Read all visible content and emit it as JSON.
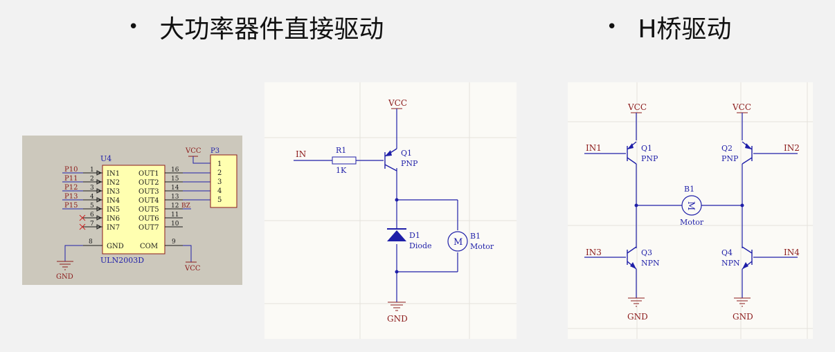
{
  "headings": {
    "left": "大功率器件直接驱动",
    "right": "H桥驱动",
    "bullet": "•"
  },
  "uln": {
    "ref": "U4",
    "part": "ULN2003D",
    "inputs": [
      "P10",
      "P11",
      "P12",
      "P13",
      "P15"
    ],
    "pins_left": [
      "IN1",
      "IN2",
      "IN3",
      "IN4",
      "IN5",
      "IN6",
      "IN7"
    ],
    "pins_left_nums": [
      "1",
      "2",
      "3",
      "4",
      "5",
      "6",
      "7"
    ],
    "pins_right": [
      "OUT1",
      "OUT2",
      "OUT3",
      "OUT4",
      "OUT5",
      "OUT6",
      "OUT7"
    ],
    "pins_right_nums": [
      "16",
      "15",
      "14",
      "13",
      "12",
      "11",
      "10"
    ],
    "gnd_pin": "GND",
    "gnd_num": "8",
    "com_pin": "COM",
    "com_num": "9",
    "bz": "BZ",
    "vcc_top": "VCC",
    "vcc_bottom": "VCC",
    "gnd": "GND",
    "connector": "P3",
    "connector_pins": [
      "1",
      "2",
      "3",
      "4",
      "5"
    ]
  },
  "direct": {
    "vcc": "VCC",
    "in": "IN",
    "r_ref": "R1",
    "r_val": "1K",
    "q_ref": "Q1",
    "q_type": "PNP",
    "d_ref": "D1",
    "d_type": "Diode",
    "m_ref": "B1",
    "m_type": "Motor",
    "m_symbol": "M",
    "gnd": "GND"
  },
  "hbridge": {
    "vcc1": "VCC",
    "vcc2": "VCC",
    "in1": "IN1",
    "in2": "IN2",
    "in3": "IN3",
    "in4": "IN4",
    "q1_ref": "Q1",
    "q1_type": "PNP",
    "q2_ref": "Q2",
    "q2_type": "PNP",
    "q3_ref": "Q3",
    "q3_type": "NPN",
    "q4_ref": "Q4",
    "q4_type": "NPN",
    "m_ref": "B1",
    "m_type": "Motor",
    "m_symbol": "M",
    "gnd1": "GND",
    "gnd2": "GND"
  },
  "colors": {
    "wire": "#1f1fa8",
    "label": "#8b1a1a",
    "pin": "#1a1a1a",
    "chip_fill": "#ffffb0",
    "uln_bg": "#ccc8bc",
    "grid_bg": "#fbfaf6",
    "grid_line": "#e4e2dc",
    "probe": "#cc2222"
  }
}
